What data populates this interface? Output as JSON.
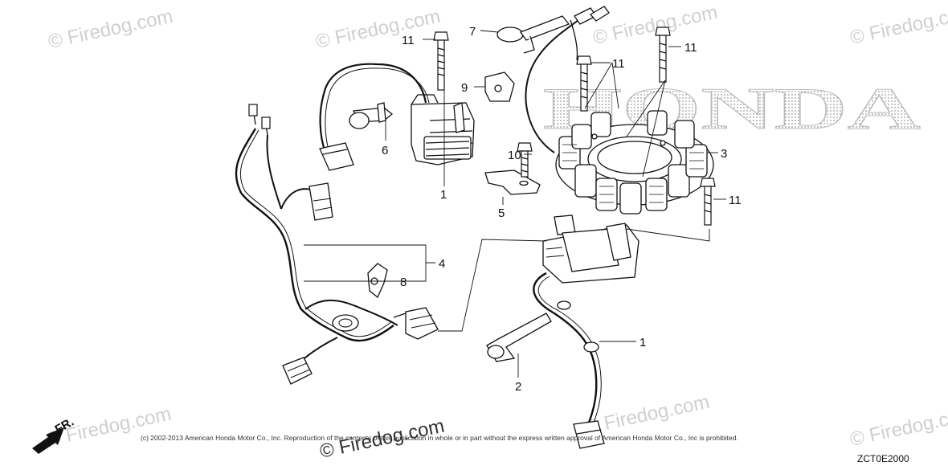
{
  "brand": {
    "logo_text": "HONDA"
  },
  "callouts": [
    {
      "id": "c11a",
      "label": "11"
    },
    {
      "id": "c7",
      "label": "7"
    },
    {
      "id": "c11b",
      "label": "11"
    },
    {
      "id": "c11c",
      "label": "11"
    },
    {
      "id": "c9",
      "label": "9"
    },
    {
      "id": "c6",
      "label": "6"
    },
    {
      "id": "c1a",
      "label": "1"
    },
    {
      "id": "c10",
      "label": "10"
    },
    {
      "id": "c3",
      "label": "3"
    },
    {
      "id": "c5",
      "label": "5"
    },
    {
      "id": "c11d",
      "label": "11"
    },
    {
      "id": "c4",
      "label": "4"
    },
    {
      "id": "c8",
      "label": "8"
    },
    {
      "id": "c1b",
      "label": "1"
    },
    {
      "id": "c2",
      "label": "2"
    }
  ],
  "watermarks": [
    "© Firedog.com",
    "© Firedog.com",
    "© Firedog.com",
    "© Firedog.com",
    "© Firedog.com",
    "© Firedog.com",
    "© Firedog.com"
  ],
  "watermark_main": "© Firedog.com",
  "direction_label": "FR.",
  "copyright": "(c) 2002-2013 American Honda Motor Co., Inc. Reproduction of the contents of this publication in whole or in part without the express written approval of American Honda Motor Co., Inc is prohibited.",
  "diagram_code": "ZCT0E2000"
}
